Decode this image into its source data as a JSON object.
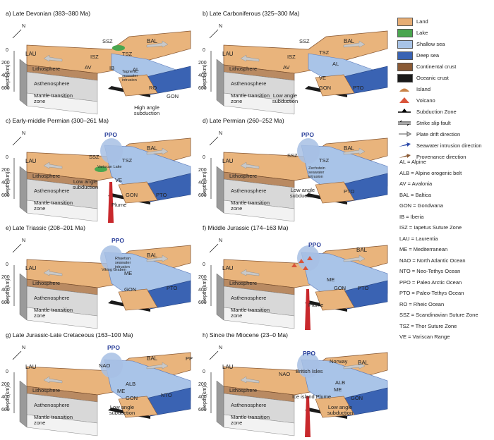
{
  "panels": [
    {
      "title": "a) Late Devonian (383–380 Ma)",
      "labels": {
        "lau": "LAU",
        "bal": "BAL",
        "ssz": "SSZ",
        "tsz": "TSZ",
        "isz": "ISZ",
        "av": "AV",
        "al": "AL",
        "ib": "IB",
        "ro": "RO",
        "gon": "GON",
        "seawater": "Tagnenic seawater intrusion",
        "subduction": "High angle subduction"
      }
    },
    {
      "title": "b) Late Carboniferous (325–300 Ma)",
      "labels": {
        "lau": "LAU",
        "bal": "BAL",
        "ssz": "SSZ",
        "tsz": "TSZ",
        "isz": "ISZ",
        "av": "AV",
        "al": "AL",
        "ve": "VE",
        "gon": "GON",
        "pto": "PTO",
        "subduction": "Low angle subduction"
      }
    },
    {
      "title": "c) Early-middle Permian (300–261 Ma)",
      "labels": {
        "lau": "LAU",
        "bal": "BAL",
        "ppo": "PPO",
        "ssz": "SSZ",
        "tsz": "TSZ",
        "ve": "VE",
        "gon": "GON",
        "pto": "PTO",
        "lake": "Variscan Lake",
        "subduction": "Low angle subduction",
        "plume": "Plume"
      }
    },
    {
      "title": "d) Late Permian (260–252 Ma)",
      "labels": {
        "lau": "LAU",
        "bal": "BAL",
        "ppo": "PPO",
        "ssz": "SSZ",
        "tsz": "TSZ",
        "pto": "PTO",
        "seawater": "Zechstein seawater intrusion",
        "subduction": "Low angle subduction"
      }
    },
    {
      "title": "e) Late Triassic (208–201 Ma)",
      "labels": {
        "lau": "LAU",
        "bal": "BAL",
        "ppo": "PPO",
        "me": "ME",
        "gon": "GON",
        "pto": "PTO",
        "seawater": "Rhaetian seawater intrusion",
        "via": "Viking Graben"
      }
    },
    {
      "title": "f) Middle Jurassic (174–163 Ma)",
      "labels": {
        "lau": "LAU",
        "bal": "BAL",
        "ppo": "PPO",
        "me": "ME",
        "gon": "GON",
        "pto": "PTO",
        "plume": "Plume"
      }
    },
    {
      "title": "g) Late Jurassic-Late Cretaceous (163–100 Ma)",
      "labels": {
        "lau": "LAU",
        "bal": "BAL",
        "ppo": "PPO",
        "pp": "PP",
        "nao": "NAO",
        "alb": "ALB",
        "me": "ME",
        "gon": "GON",
        "nto": "NTO",
        "subduction": "Low angle subduction"
      }
    },
    {
      "title": "h) Since the Miocene (23–0 Ma)",
      "labels": {
        "lau": "LAU",
        "bal": "BAL",
        "ppo": "PPO",
        "nao": "NAO",
        "norway": "Norway",
        "bi": "British Isles",
        "alb": "ALB",
        "me": "ME",
        "gon": "GON",
        "plume": "Ice island Plume",
        "subduction": "Low angle subduction"
      }
    }
  ],
  "common": {
    "depth_label": "Depth (km)",
    "depth_ticks": [
      "0",
      "200",
      "400",
      "600"
    ],
    "lithosphere": "Lithosphere",
    "asthenosphere": "Asthenosphere",
    "mantle": "Mantle transition zone",
    "north": "N"
  },
  "legend": {
    "items": [
      {
        "label": "Land",
        "color": "#e6ad74",
        "icon": "land-swatch"
      },
      {
        "label": "Lake",
        "color": "#4aa64f",
        "icon": "lake-swatch"
      },
      {
        "label": "Shallow sea",
        "color": "#a8c3e6",
        "icon": "shallow-sea-swatch"
      },
      {
        "label": "Deep sea",
        "color": "#3a63b3",
        "icon": "deep-sea-swatch"
      },
      {
        "label": "Continental crust",
        "color": "#8a5a35",
        "icon": "continental-crust-swatch"
      },
      {
        "label": "Oceanic crust",
        "color": "#1a1a1a",
        "icon": "oceanic-crust-swatch"
      },
      {
        "label": "Island",
        "color": "#c98449",
        "icon": "island-icon"
      },
      {
        "label": "Volcano",
        "color": "#d9543a",
        "icon": "volcano-icon"
      },
      {
        "label": "Subduction Zone",
        "color": "#000000",
        "icon": "subduction-zone-icon"
      },
      {
        "label": "Strike slip fault",
        "color": "#000000",
        "icon": "strike-slip-fault-icon"
      },
      {
        "label": "Plate drift direction",
        "color": "#bfbfbf",
        "icon": "plate-drift-arrow-icon"
      },
      {
        "label": "Seawater intrusion direction",
        "color": "#2a48a8",
        "icon": "seawater-arrow-icon"
      },
      {
        "label": "Provenance direction",
        "color": "#8a5a35",
        "icon": "provenance-arrow-icon"
      }
    ],
    "abbreviations": [
      "AL = Alpine",
      "ALB = Alpine orogenic belt",
      "AV = Avalonia",
      "BAL = Baltica",
      "GON = Gondwana",
      "IB = Iberia",
      "ISZ = Iapetus Suture Zone",
      "LAU = Laurentia",
      "ME = Mediterranean",
      "NAO = North Atlantic Ocean",
      "NTO = Neo-Tethys Ocean",
      "PPO = Paleo Arctic Ocean",
      "PTO = Paleo-Tethys Ocean",
      "RO = Rheic Ocean",
      "SSZ = Scandinavian Suture Zone",
      "TSZ = Thor Suture Zone",
      "VE = Variscan Range"
    ]
  }
}
